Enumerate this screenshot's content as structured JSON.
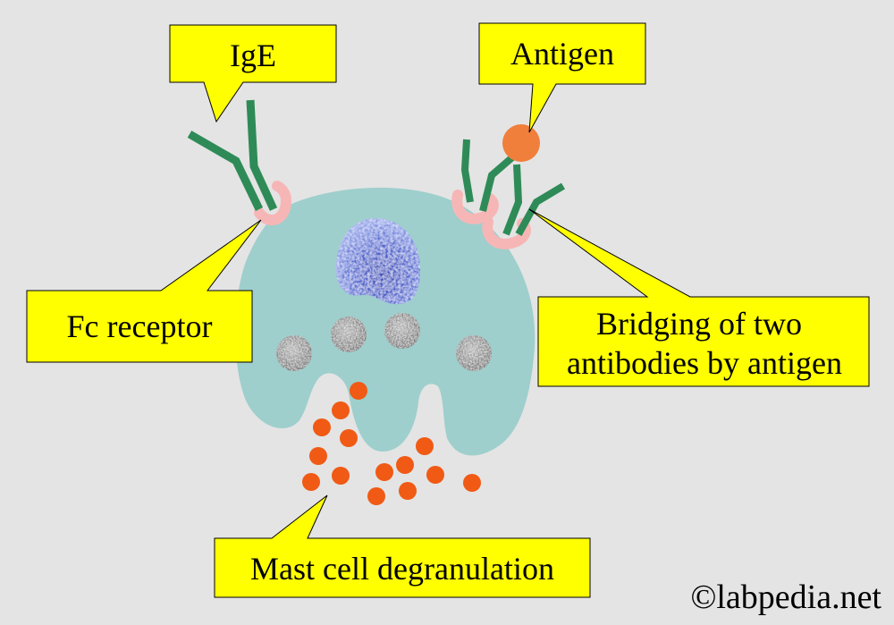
{
  "labels": {
    "ige": "IgE",
    "antigen": "Antigen",
    "fc_receptor": "Fc receptor",
    "bridging_line1": "Bridging of two",
    "bridging_line2": "antibodies by antigen",
    "degranulation": "Mast cell degranulation"
  },
  "watermark": "©labpedia.net",
  "colors": {
    "background": "#e4e4e4",
    "callout_fill": "#ffff00",
    "cell": "#9ecfcc",
    "antibody": "#2e8b57",
    "receptor": "#f7b6b6",
    "antigen": "#f07f3c",
    "granule_release": "#f05a14",
    "nucleus": "#3b4fc0",
    "granule": "#909090"
  }
}
